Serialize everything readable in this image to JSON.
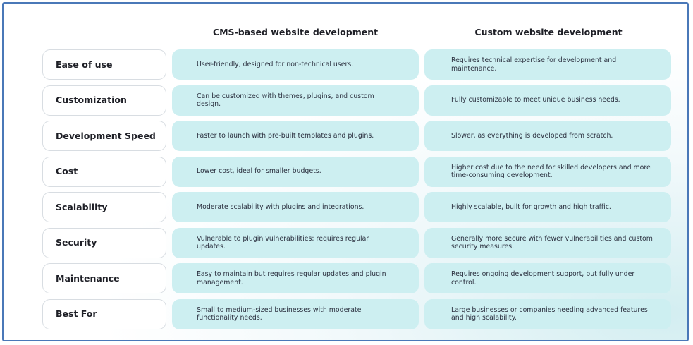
{
  "headers": {
    "cms": "CMS-based website development",
    "custom": "Custom website development"
  },
  "rows": [
    {
      "label": "Ease of use",
      "cms": "User-friendly, designed for non-technical users.",
      "custom": "Requires technical expertise for development and maintenance."
    },
    {
      "label": "Customization",
      "cms": "Can be customized with themes, plugins, and custom design.",
      "custom": "Fully customizable to meet unique business needs."
    },
    {
      "label": "Development Speed",
      "cms": "Faster to launch with pre-built templates and plugins.",
      "custom": "Slower, as everything is developed from scratch."
    },
    {
      "label": "Cost",
      "cms": "Lower cost, ideal for smaller budgets.",
      "custom": "Higher cost due to the need for skilled developers and more time-consuming development."
    },
    {
      "label": "Scalability",
      "cms": "Moderate scalability with plugins and integrations.",
      "custom": "Highly scalable, built for growth and high traffic."
    },
    {
      "label": "Security",
      "cms": "Vulnerable to plugin vulnerabilities; requires regular updates.",
      "custom": "Generally more secure with fewer vulnerabilities and custom security measures."
    },
    {
      "label": "Maintenance",
      "cms": "Easy to maintain but requires regular updates and plugin management.",
      "custom": "Requires ongoing development support, but fully under control."
    },
    {
      "label": "Best For",
      "cms": "Small to medium-sized businesses with moderate functionality needs.",
      "custom": "Large businesses or companies needing advanced features and high scalability."
    }
  ]
}
